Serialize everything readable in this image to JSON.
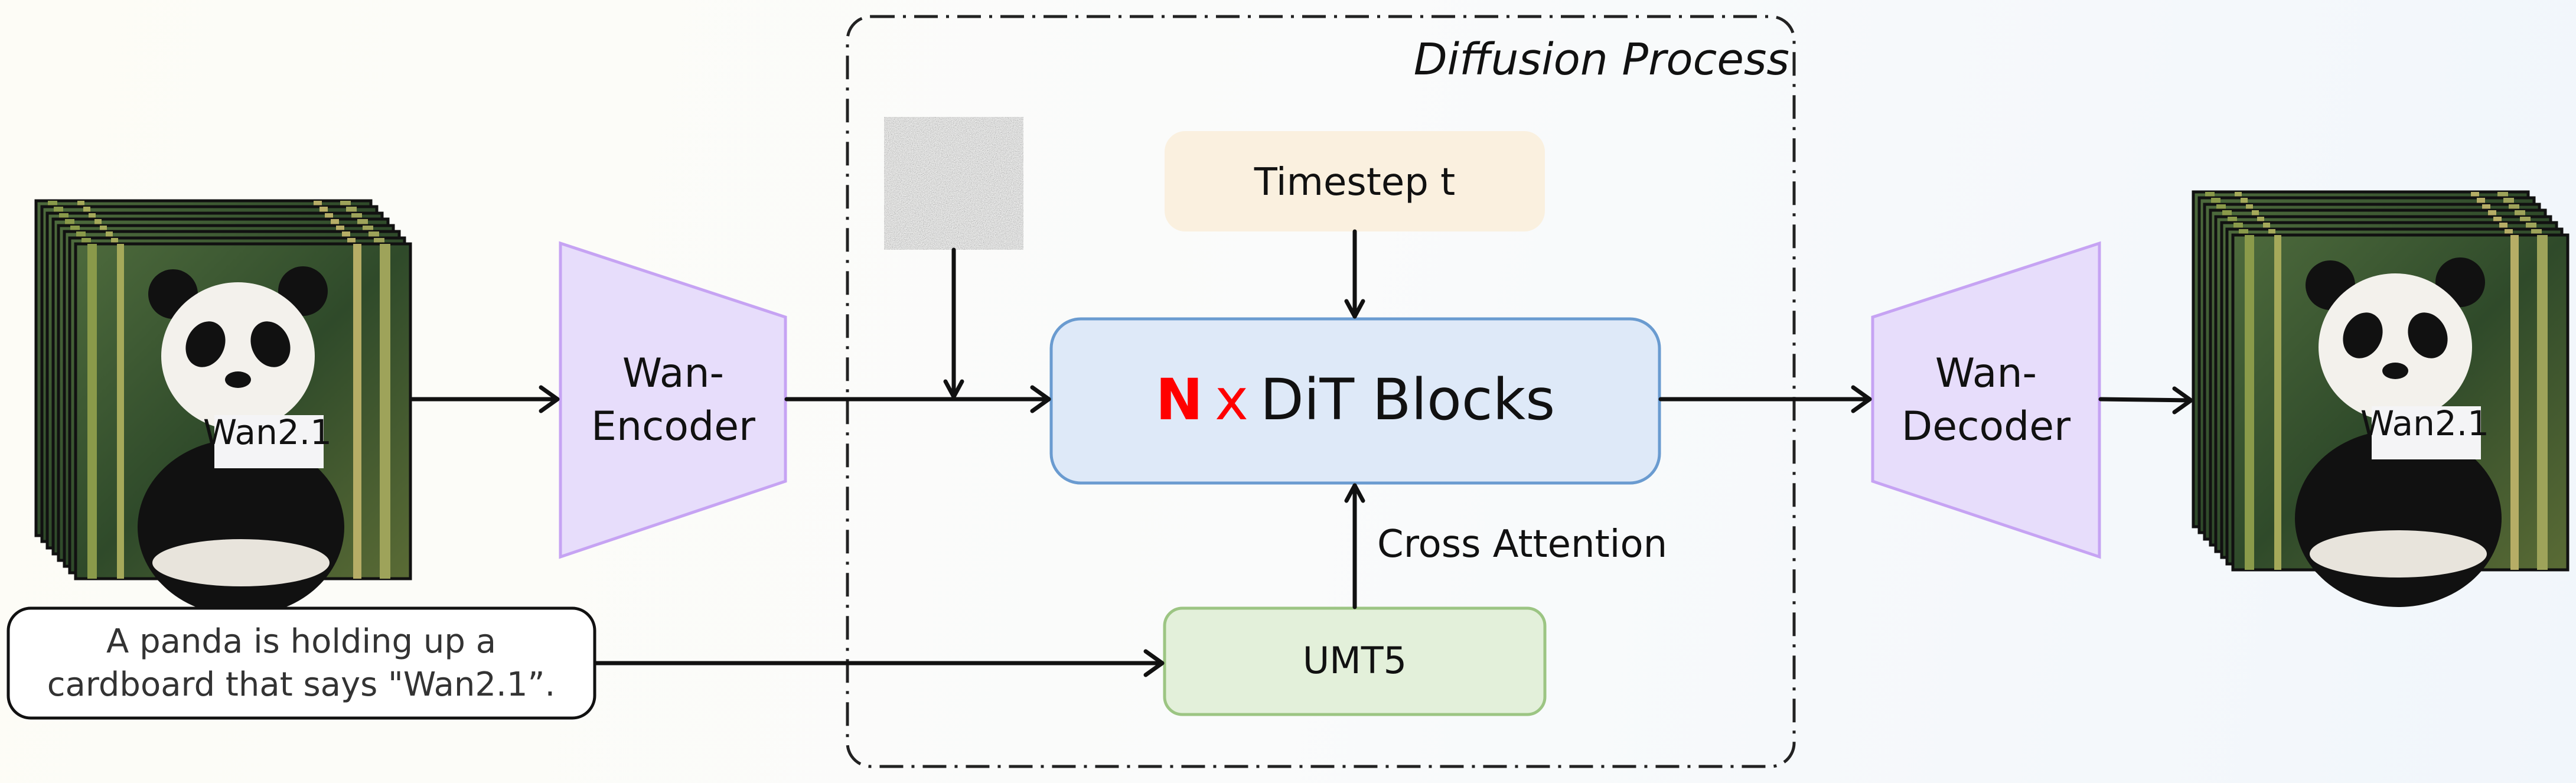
{
  "diffusion_process": {
    "title": "Diffusion Process"
  },
  "encoder": {
    "label_line1": "Wan-",
    "label_line2": "Encoder"
  },
  "decoder": {
    "label_line1": "Wan-",
    "label_line2": "Decoder"
  },
  "timestep": {
    "label": "Timestep t"
  },
  "dit": {
    "count": "N",
    "times": "x",
    "label": "DiT Blocks"
  },
  "cross_attention": {
    "label": "Cross Attention"
  },
  "text_encoder": {
    "label": "UMT5"
  },
  "prompt": {
    "line1": "A panda is holding up a",
    "line2": "cardboard that says \"Wan2.1”."
  },
  "input_video": {
    "sign_text": "Wan2.1"
  },
  "output_video": {
    "sign_text": "Wan2.1"
  },
  "colors": {
    "encoder_fill": "#e7ddfb",
    "encoder_stroke": "#c6a3f3",
    "timestep_fill": "#faf0df",
    "dit_fill": "#dee9f8",
    "dit_stroke": "#6a9bd0",
    "umt5_fill": "#e3f0da",
    "umt5_stroke": "#9cc583",
    "accent_red": "#ff0000"
  }
}
